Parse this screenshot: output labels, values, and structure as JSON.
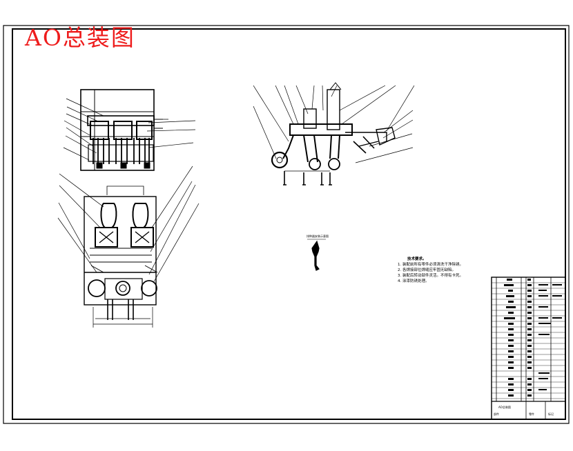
{
  "drawing": {
    "title": "AO总装图",
    "title_color": "#ee1c1c",
    "line_color": "#000000"
  },
  "technical_requirements": {
    "heading": "技术要求。",
    "items": [
      "1. 装配前所有零件必须清洗干净除锈。",
      "2. 各焊接部位焊缝应牢固无缺陷。",
      "3. 装配后转动部件灵活。不得有卡死。",
      "4. 涂漆防锈处理。"
    ]
  },
  "center_label": "排种器安装示意图",
  "title_block": {
    "drawing_name": "AO总装图",
    "left_label": "部件",
    "mid_label": "零件",
    "right_label": "标记"
  }
}
